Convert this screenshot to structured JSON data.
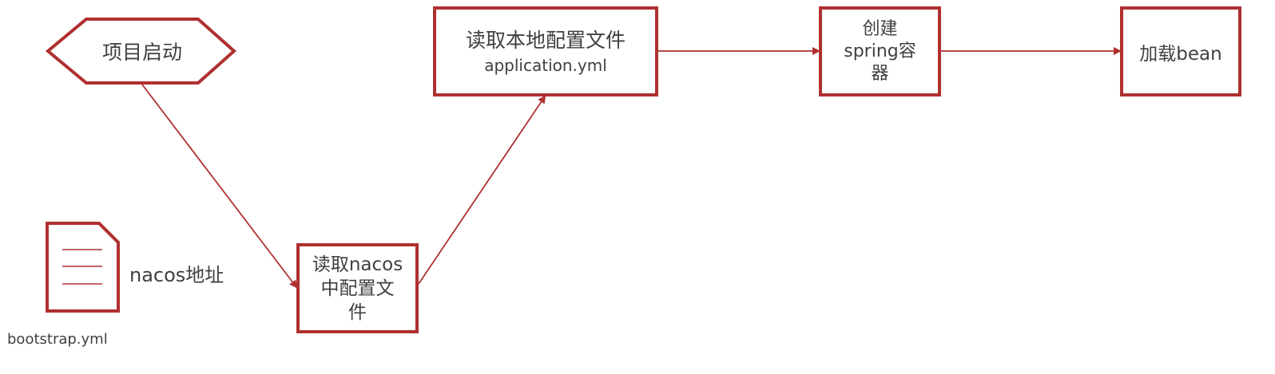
{
  "colors": {
    "stroke": "#b03030",
    "text": "#404040",
    "background": "#ffffff"
  },
  "nodes": {
    "start": {
      "label": "项目启动"
    },
    "bootstrap": {
      "name": "nacos地址",
      "filename": "bootstrap.yml"
    },
    "read_nacos": {
      "line1": "读取nacos",
      "line2": "中配置文",
      "line3": "件"
    },
    "read_local": {
      "line1": "读取本地配置文件",
      "line2": "application.yml"
    },
    "create_container": {
      "line1": "创建",
      "line2": "spring容",
      "line3": "器"
    },
    "load_bean": {
      "label": "加载bean"
    }
  }
}
